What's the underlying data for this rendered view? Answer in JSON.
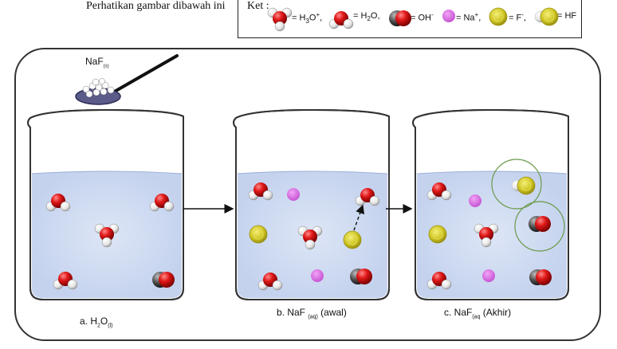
{
  "intro_text": "Perhatikan gambar dibawah ini",
  "legend": {
    "title": "Ket :",
    "items": [
      {
        "formula": "= H",
        "sub": "3",
        "rest": "O",
        "sup": "+",
        "tail": ","
      },
      {
        "formula": "= H",
        "sub": "2",
        "rest": "O,",
        "sup": "",
        "tail": ""
      },
      {
        "formula": "= OH",
        "sub": "",
        "rest": "",
        "sup": "-",
        "tail": ""
      },
      {
        "formula": "= Na",
        "sub": "",
        "rest": "",
        "sup": "+",
        "tail": ","
      },
      {
        "formula": "= F",
        "sub": "",
        "rest": "",
        "sup": "-",
        "tail": ","
      },
      {
        "formula": "= HF",
        "sub": "",
        "rest": "",
        "sup": "",
        "tail": ""
      }
    ]
  },
  "spoon_label": {
    "main": "NaF",
    "sub": "(s)"
  },
  "beakers": [
    {
      "prefix": "a.   H",
      "sub": "2",
      "main": "O",
      "sub2": "(l)",
      "suffix": ""
    },
    {
      "prefix": "b. NaF ",
      "sub": "(aq)",
      "main": " (awal)",
      "sub2": "",
      "suffix": ""
    },
    {
      "prefix": "c. NaF",
      "sub": "(aq",
      "main": " (Akhir)",
      "sub2": "",
      "suffix": ""
    }
  ],
  "colors": {
    "water": "#cfdaf1",
    "oxygen_red": "#d81414",
    "hydrogen": "#f2f2f2",
    "sodium": "#d66be0",
    "fluoride": "#c9c025",
    "ring": "#6a9a4a",
    "outline": "#333333"
  }
}
